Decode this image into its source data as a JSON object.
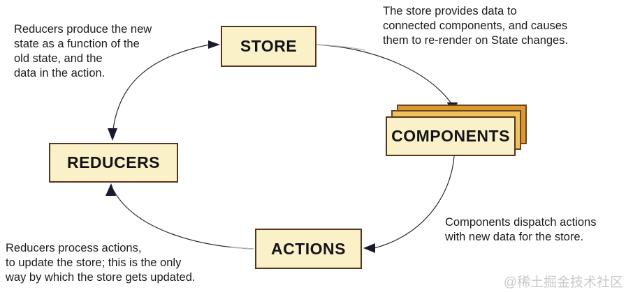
{
  "diagram": {
    "nodes": [
      {
        "id": "store",
        "label": "STORE"
      },
      {
        "id": "components",
        "label": "COMPONENTS"
      },
      {
        "id": "actions",
        "label": "ACTIONS"
      },
      {
        "id": "reducers",
        "label": "REDUCERS"
      }
    ],
    "edges": [
      {
        "from": "reducers",
        "to": "store",
        "heads": "both"
      },
      {
        "from": "store",
        "to": "components",
        "heads": "end"
      },
      {
        "from": "components",
        "to": "actions",
        "heads": "end"
      },
      {
        "from": "actions",
        "to": "reducers",
        "heads": "end"
      }
    ],
    "annotations": {
      "top_left": "Reducers produce the new\nstate as a function of the\nold state, and the\ndata in the action.",
      "top_right": "The store provides data to\nconnected components, and causes\nthem to re-render on State changes.",
      "bottom_right": "Components dispatch actions\nwith new data for the store.",
      "bottom_left": "Reducers process actions,\nto update the store; this is the only\nway by which the store gets updated."
    },
    "watermark": "@稀土掘金技术社区",
    "colors": {
      "node_fill": "#fbf1c9",
      "node_border": "#54361d",
      "stack_mid": "#f0c25c",
      "stack_back": "#d9992e",
      "arrow": "#26262e",
      "text": "#1c1c1c",
      "watermark": "#c9c9c9"
    }
  }
}
